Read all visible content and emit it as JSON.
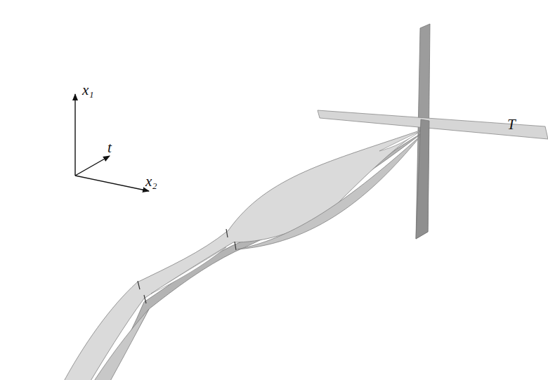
{
  "diagram": {
    "labels": [
      "x₁",
      "t",
      "x₂",
      "T"
    ]
  }
}
